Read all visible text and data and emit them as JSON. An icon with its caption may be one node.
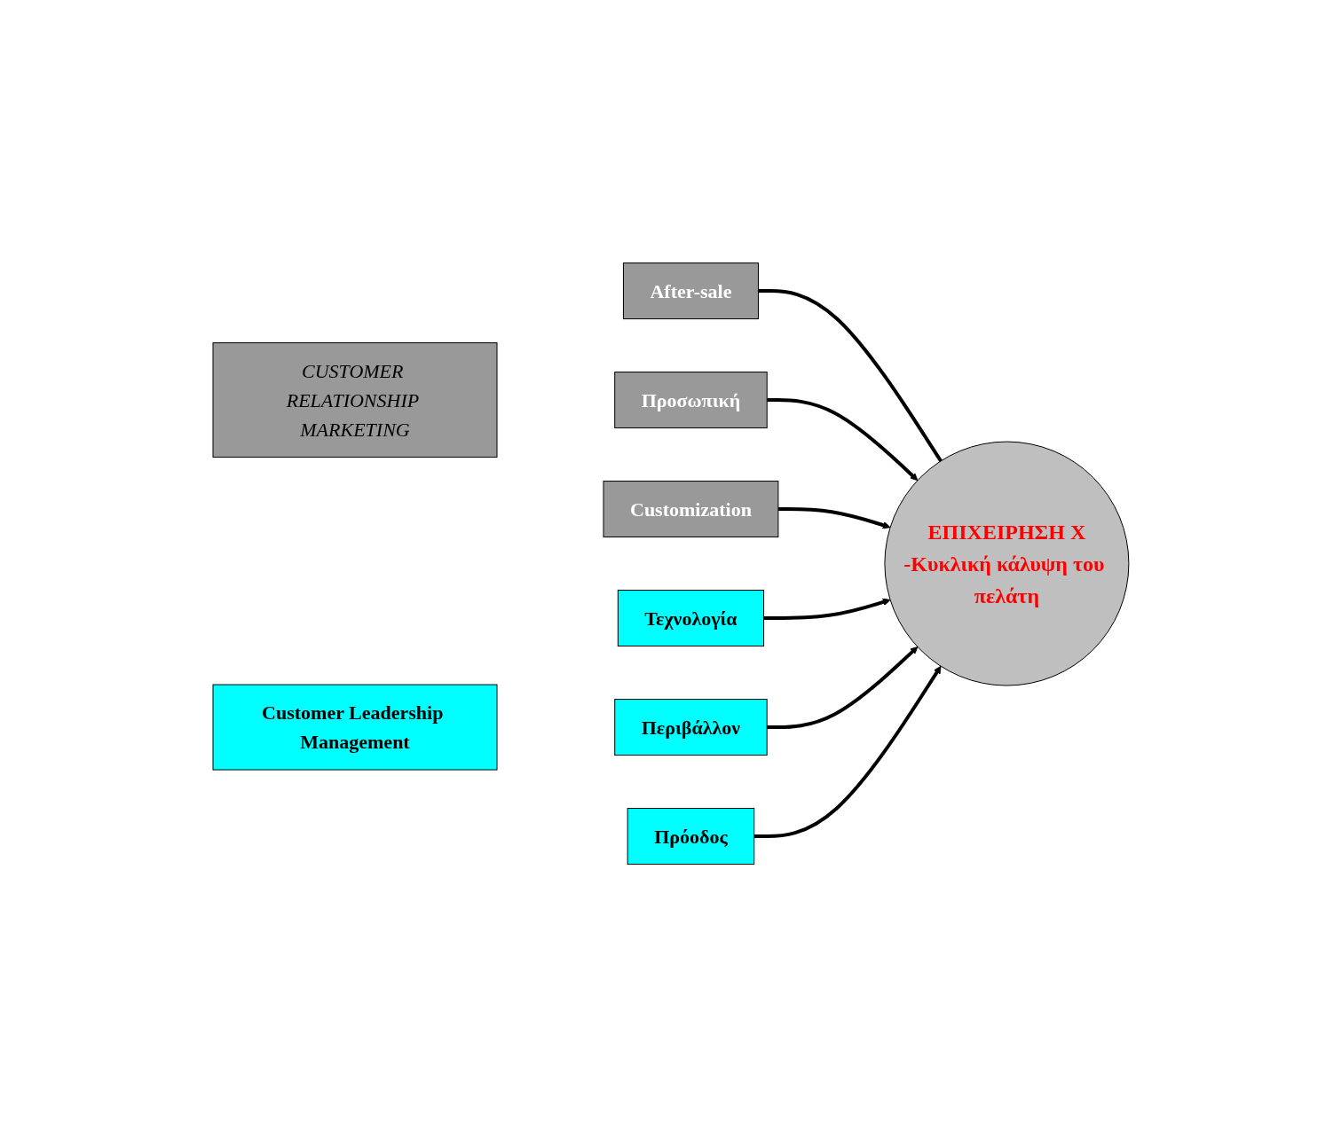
{
  "diagram": {
    "nodes": [
      {
        "text": [
          "CUSTOMER RELATIONSHIP MARKETING"
        ]
      },
      {
        "text": [
          "After-sale"
        ]
      },
      {
        "text": [
          "Προσωπική"
        ]
      },
      {
        "text": [
          "Customization"
        ]
      },
      {
        "text": [
          "ΕΠΙΧΕΙΡΗΣΗ Χ",
          "-Κυκλική κάλυψη του πελάτη"
        ]
      },
      {
        "text": [
          "Customer Leadership Management"
        ]
      },
      {
        "text": [
          "Τεχνολογία"
        ]
      },
      {
        "text": [
          "Περιβάλλον"
        ]
      },
      {
        "text": [
          "Πρόοδος"
        ]
      }
    ],
    "edges": [
      {
        "from": 1,
        "to": 4,
        "arrow": "none"
      },
      {
        "from": 2,
        "to": 4,
        "arrow": "to"
      },
      {
        "from": 3,
        "to": 4,
        "arrow": "to"
      },
      {
        "from": 6,
        "to": 4,
        "arrow": "to"
      },
      {
        "from": 7,
        "to": 4,
        "arrow": "to"
      },
      {
        "from": 8,
        "to": 4,
        "arrow": "to"
      }
    ]
  }
}
